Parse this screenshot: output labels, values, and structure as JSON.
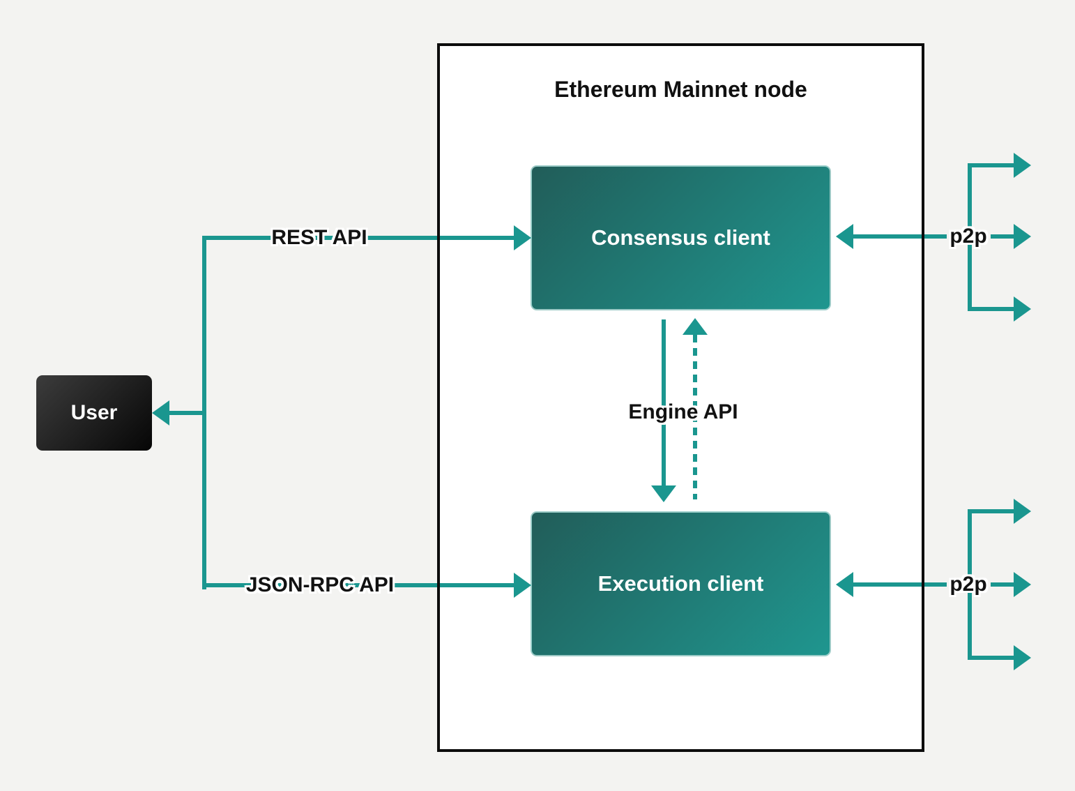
{
  "diagram": {
    "title": "Ethereum Mainnet node",
    "boxes": {
      "user": {
        "label": "User"
      },
      "consensus": {
        "label": "Consensus client"
      },
      "execution": {
        "label": "Execution client"
      }
    },
    "edges": {
      "rest_api": {
        "label": "REST API"
      },
      "json_rpc_api": {
        "label": "JSON-RPC API"
      },
      "engine_api": {
        "label": "Engine API"
      },
      "p2p_consensus": {
        "label": "p2p"
      },
      "p2p_execution": {
        "label": "p2p"
      }
    }
  },
  "colors": {
    "canvas_bg": "#f3f3f1",
    "node_bg": "#ffffff",
    "node_border": "#0c0c0c",
    "accent": "#1a968f",
    "client_grad_a": "#215d59",
    "client_grad_b": "#1f968f",
    "client_text": "#ffffff",
    "user_grad_a": "#3c3c3c",
    "user_grad_b": "#060606"
  }
}
